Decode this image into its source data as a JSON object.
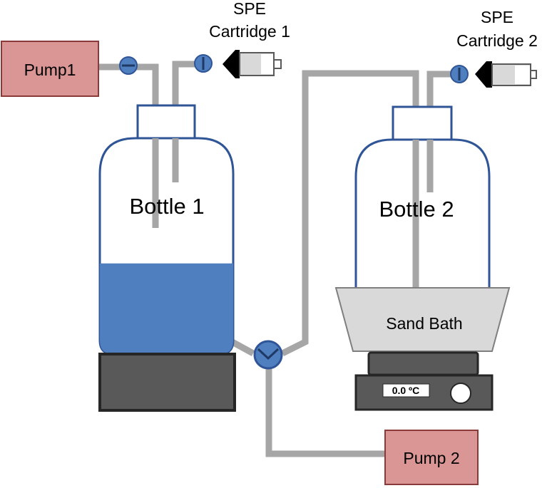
{
  "pump1": {
    "label": "Pump1",
    "fill": "#d99694",
    "stroke": "#8b3a3a"
  },
  "pump2": {
    "label": "Pump 2",
    "fill": "#d99694",
    "stroke": "#8b3a3a"
  },
  "cartridge1": {
    "label_line1": "SPE",
    "label_line2": "Cartridge 1"
  },
  "cartridge2": {
    "label_line1": "SPE",
    "label_line2": "Cartridge 2"
  },
  "bottle1": {
    "label": "Bottle 1",
    "liquid_level_fraction": 0.42,
    "liquid_color": "#4f7fbf",
    "outline_color": "#2f5597"
  },
  "bottle2": {
    "label": "Bottle 2",
    "outline_color": "#2f5597"
  },
  "sand_bath": {
    "label": "Sand Bath",
    "fill": "#d9d9d9"
  },
  "hotplate": {
    "temperature_display": "0.0 ºC"
  },
  "tubing_color": "#a6a6a6",
  "valve_color": "#4f7fbf"
}
